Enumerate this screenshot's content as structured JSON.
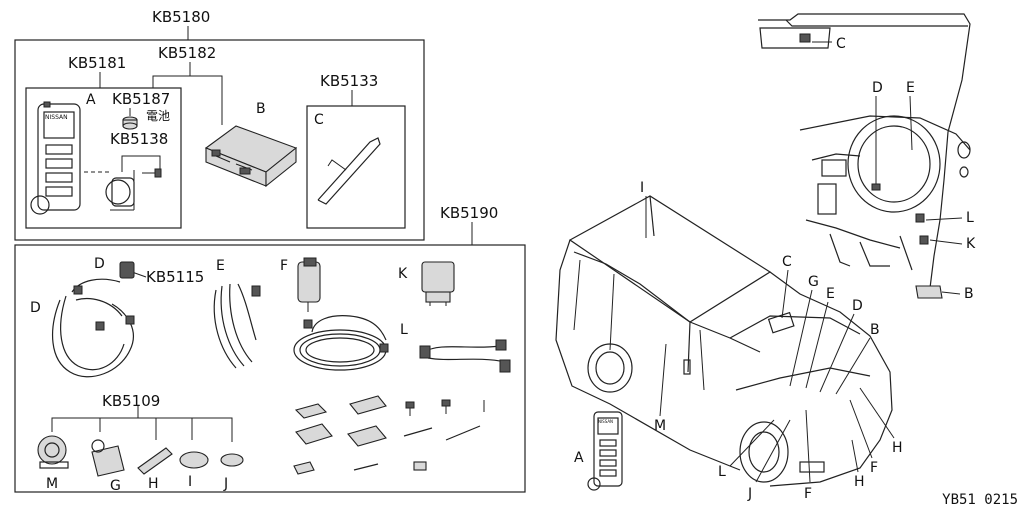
{
  "kits": {
    "main": "KB5180",
    "remote_set": "KB5181",
    "control_unit_set": "KB5182",
    "battery": "KB5187",
    "battery_jp": "電池",
    "holder": "KB5138",
    "antenna": "KB5133",
    "harness_kit": "KB5190",
    "switch": "KB5115",
    "bracket_kit": "KB5109"
  },
  "letters": {
    "A": "A",
    "B": "B",
    "C": "C",
    "D": "D",
    "E": "E",
    "F": "F",
    "G": "G",
    "H": "H",
    "I": "I",
    "J": "J",
    "K": "K",
    "L": "L",
    "M": "M"
  },
  "remote_logo": "NISSAN",
  "reference_code": "YB51 0215"
}
